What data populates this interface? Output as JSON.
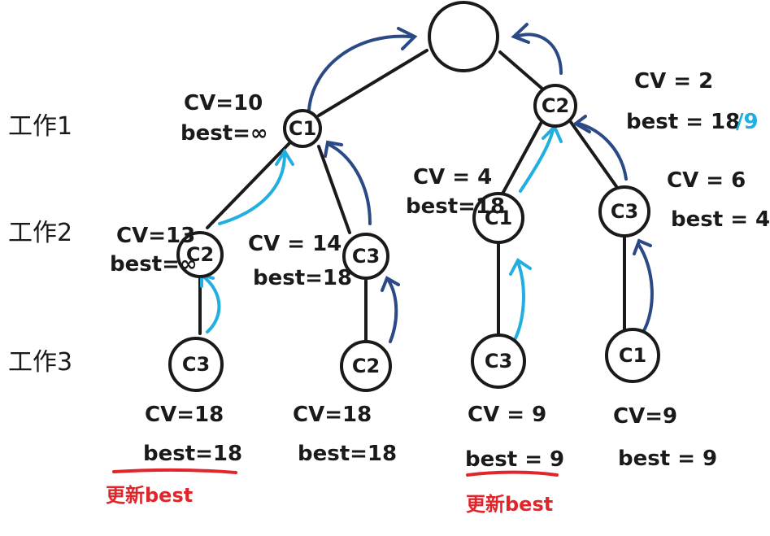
{
  "rows": [
    "工作1",
    "工作2",
    "工作3"
  ],
  "nodes": {
    "root": "",
    "a": "C1",
    "b": "C2",
    "a1": "C2",
    "a2": "C3",
    "b1": "C1",
    "b2": "C3",
    "a1a": "C3",
    "a2a": "C2",
    "b1a": "C3",
    "b2a": "C1"
  },
  "labels": {
    "a_cv": "CV=10",
    "a_best": "best=∞",
    "b_cv": "CV = 2",
    "b_best": "best = 18",
    "b_best_update": "/9",
    "a1_cv": "CV=13",
    "a1_best": "best=∞",
    "a2_cv": "CV = 14",
    "a2_best": "best=18",
    "b1_cv": "CV = 4",
    "b1_best": "best=18",
    "b2_cv": "CV = 6",
    "b2_best": "best = 4",
    "a1a_cv": "CV=18",
    "a1a_best": "best=18",
    "a2a_cv": "CV=18",
    "a2a_best": "best=18",
    "b1a_cv": "CV = 9",
    "b1a_best": "best = 9",
    "b2a_cv": "CV=9",
    "b2a_best": "best = 9"
  },
  "notes": {
    "update_left": "更新best",
    "update_right": "更新best"
  },
  "colors": {
    "ink": "#1a1a1a",
    "dark_blue": "#2b4a85",
    "light_blue": "#21aee0",
    "red": "#e0262b"
  }
}
